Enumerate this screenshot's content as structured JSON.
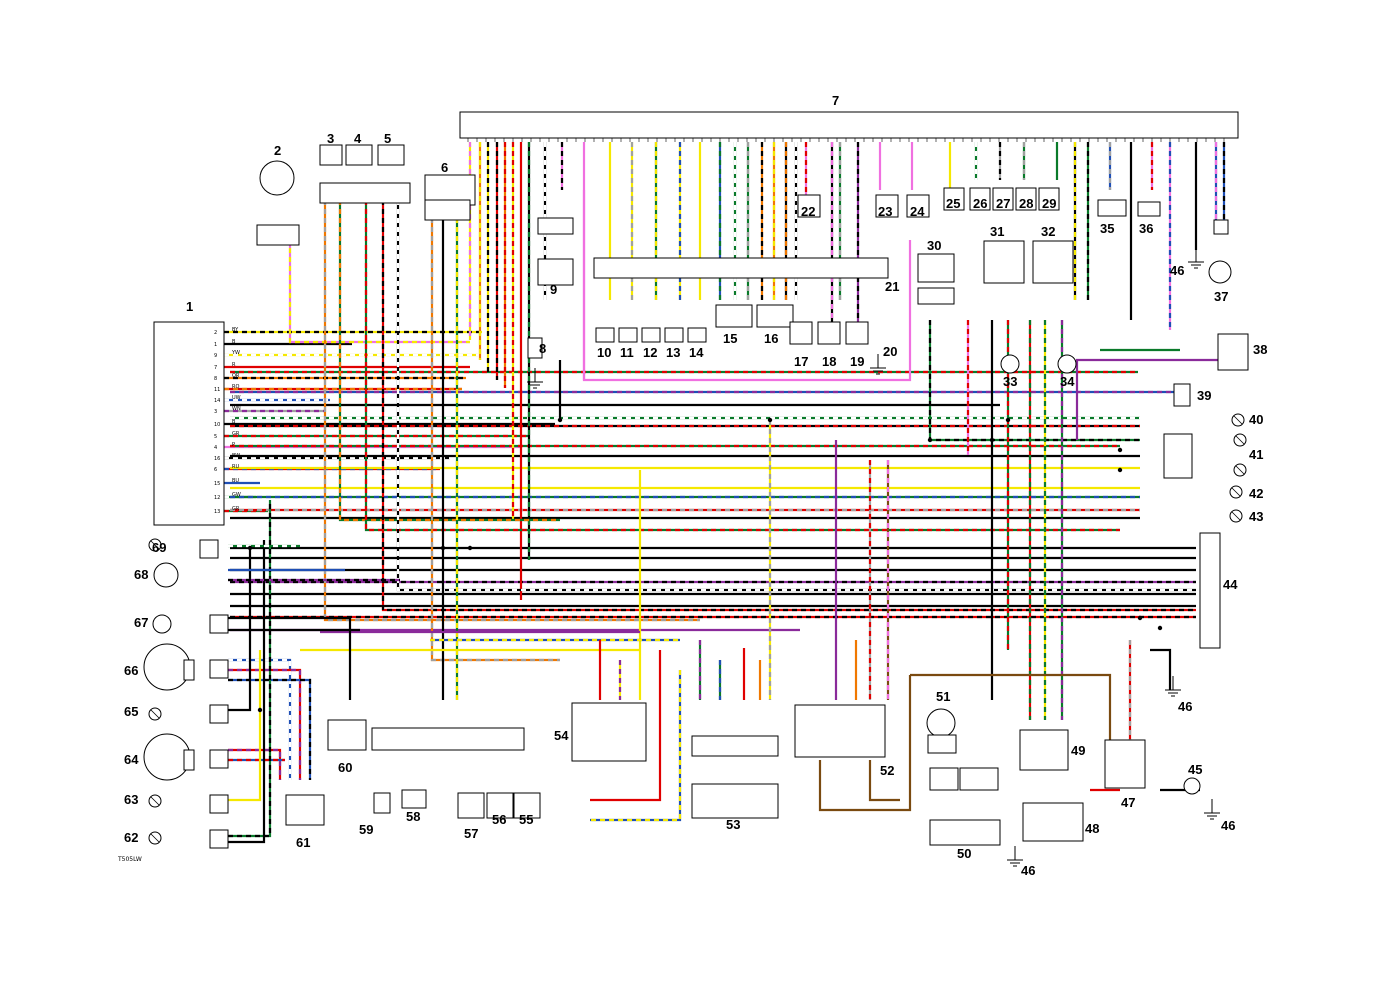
{
  "diagram": {
    "footer_code": "T505LW",
    "ground_label": "46",
    "components": [
      {
        "id": "1",
        "label": "1"
      },
      {
        "id": "2",
        "label": "2"
      },
      {
        "id": "3",
        "label": "3"
      },
      {
        "id": "4",
        "label": "4"
      },
      {
        "id": "5",
        "label": "5"
      },
      {
        "id": "6",
        "label": "6"
      },
      {
        "id": "7",
        "label": "7"
      },
      {
        "id": "8",
        "label": "8"
      },
      {
        "id": "9",
        "label": "9"
      },
      {
        "id": "10",
        "label": "10"
      },
      {
        "id": "11",
        "label": "11"
      },
      {
        "id": "12",
        "label": "12"
      },
      {
        "id": "13",
        "label": "13"
      },
      {
        "id": "14",
        "label": "14"
      },
      {
        "id": "15",
        "label": "15"
      },
      {
        "id": "16",
        "label": "16"
      },
      {
        "id": "17",
        "label": "17"
      },
      {
        "id": "18",
        "label": "18"
      },
      {
        "id": "19",
        "label": "19"
      },
      {
        "id": "20",
        "label": "20"
      },
      {
        "id": "21",
        "label": "21"
      },
      {
        "id": "22",
        "label": "22"
      },
      {
        "id": "23",
        "label": "23"
      },
      {
        "id": "24",
        "label": "24"
      },
      {
        "id": "25",
        "label": "25"
      },
      {
        "id": "26",
        "label": "26"
      },
      {
        "id": "27",
        "label": "27"
      },
      {
        "id": "28",
        "label": "28"
      },
      {
        "id": "29",
        "label": "29"
      },
      {
        "id": "30",
        "label": "30"
      },
      {
        "id": "31",
        "label": "31"
      },
      {
        "id": "32",
        "label": "32"
      },
      {
        "id": "33",
        "label": "33"
      },
      {
        "id": "34",
        "label": "34"
      },
      {
        "id": "35",
        "label": "35"
      },
      {
        "id": "36",
        "label": "36"
      },
      {
        "id": "37",
        "label": "37"
      },
      {
        "id": "38",
        "label": "38"
      },
      {
        "id": "39",
        "label": "39"
      },
      {
        "id": "40",
        "label": "40"
      },
      {
        "id": "41",
        "label": "41"
      },
      {
        "id": "42",
        "label": "42"
      },
      {
        "id": "43",
        "label": "43"
      },
      {
        "id": "44",
        "label": "44"
      },
      {
        "id": "45",
        "label": "45"
      },
      {
        "id": "47",
        "label": "47"
      },
      {
        "id": "48",
        "label": "48"
      },
      {
        "id": "49",
        "label": "49"
      },
      {
        "id": "50",
        "label": "50"
      },
      {
        "id": "51",
        "label": "51"
      },
      {
        "id": "52",
        "label": "52"
      },
      {
        "id": "53",
        "label": "53"
      },
      {
        "id": "54",
        "label": "54"
      },
      {
        "id": "55",
        "label": "55"
      },
      {
        "id": "56",
        "label": "56"
      },
      {
        "id": "57",
        "label": "57"
      },
      {
        "id": "58",
        "label": "58"
      },
      {
        "id": "59",
        "label": "59"
      },
      {
        "id": "60",
        "label": "60"
      },
      {
        "id": "61",
        "label": "61"
      },
      {
        "id": "62",
        "label": "62"
      },
      {
        "id": "63",
        "label": "63"
      },
      {
        "id": "64",
        "label": "64"
      },
      {
        "id": "65",
        "label": "65"
      },
      {
        "id": "66",
        "label": "66"
      },
      {
        "id": "67",
        "label": "67"
      },
      {
        "id": "68",
        "label": "68"
      },
      {
        "id": "69",
        "label": "69"
      }
    ],
    "dash_pins": {
      "pins": [
        "2",
        "1",
        "9",
        "7",
        "8",
        "11",
        "14",
        "3",
        "10",
        "5",
        "4",
        "16",
        "6",
        "15",
        "12",
        "13"
      ],
      "codes": [
        "BY",
        "B",
        "YW",
        "R",
        "OR",
        "RO",
        "UW",
        "WN",
        "B",
        "GR",
        "P",
        "BW",
        "RU",
        "BU",
        "GW",
        "GR"
      ]
    },
    "wire_colors": {
      "black": "#000000",
      "red": "#e00000",
      "yellow": "#f5e800",
      "green": "#0a7a2a",
      "blue": "#1f4fb5",
      "orange": "#f07800",
      "pink": "#f070e0",
      "purple": "#8a2a9a",
      "brown": "#7a4a10",
      "grey": "#a0a0a0",
      "white": "#ffffff"
    }
  }
}
